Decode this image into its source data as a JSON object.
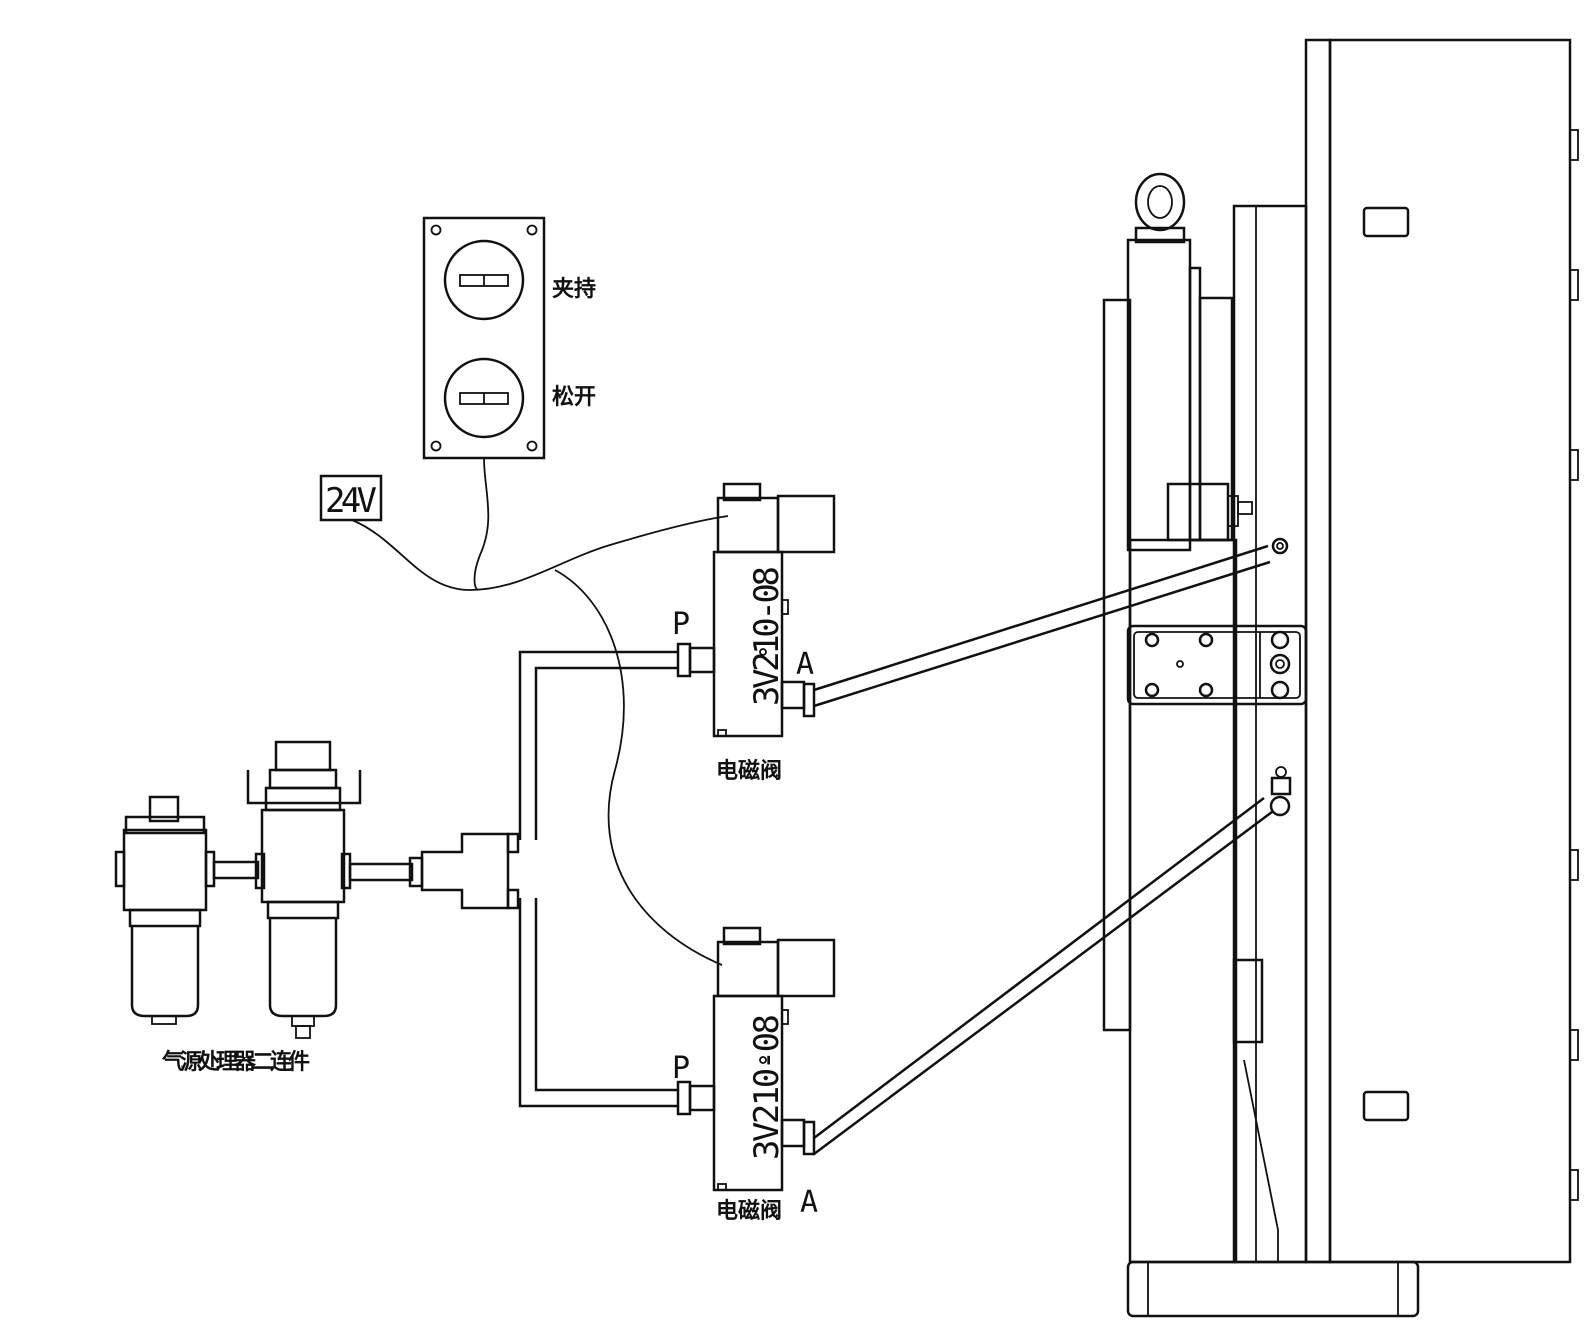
{
  "power_label": "24V",
  "switch_box": {
    "clamp_label": "夹持",
    "release_label": "松开"
  },
  "valve_top": {
    "model": "3V210-08",
    "port_p": "P",
    "port_a": "A",
    "caption": "电磁阀"
  },
  "valve_bottom": {
    "model": "3V210-08",
    "port_p": "P",
    "port_a": "A",
    "caption": "电磁阀"
  },
  "air_unit": {
    "caption": "气源处理器二连件"
  }
}
